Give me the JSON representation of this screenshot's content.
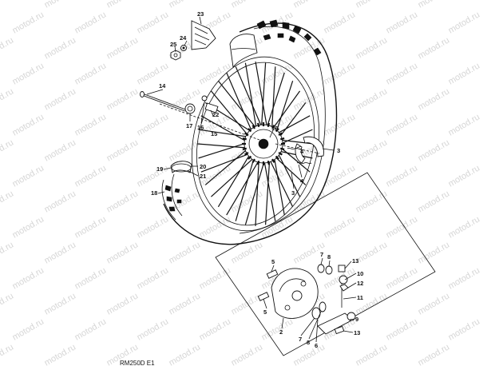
{
  "watermark": "motod.ru",
  "caption": "RM250D E1",
  "callouts": {
    "c23": "23",
    "c24": "24",
    "c25": "25",
    "c14": "14",
    "c17": "17",
    "c16a": "16",
    "c22": "22",
    "c15": "15",
    "c16b": "16",
    "c3a": "3",
    "c4a": "4",
    "c4b": "4",
    "c3b": "3",
    "c19": "19",
    "c20": "20",
    "c21": "21",
    "c18": "18",
    "c5a": "5",
    "c5b": "5",
    "c7a": "7",
    "c8a": "8",
    "c13a": "13",
    "c10": "10",
    "c12": "12",
    "c11": "11",
    "c9": "9",
    "c13b": "13",
    "c2": "2",
    "c7b": "7",
    "c8b": "8",
    "c6": "6"
  }
}
